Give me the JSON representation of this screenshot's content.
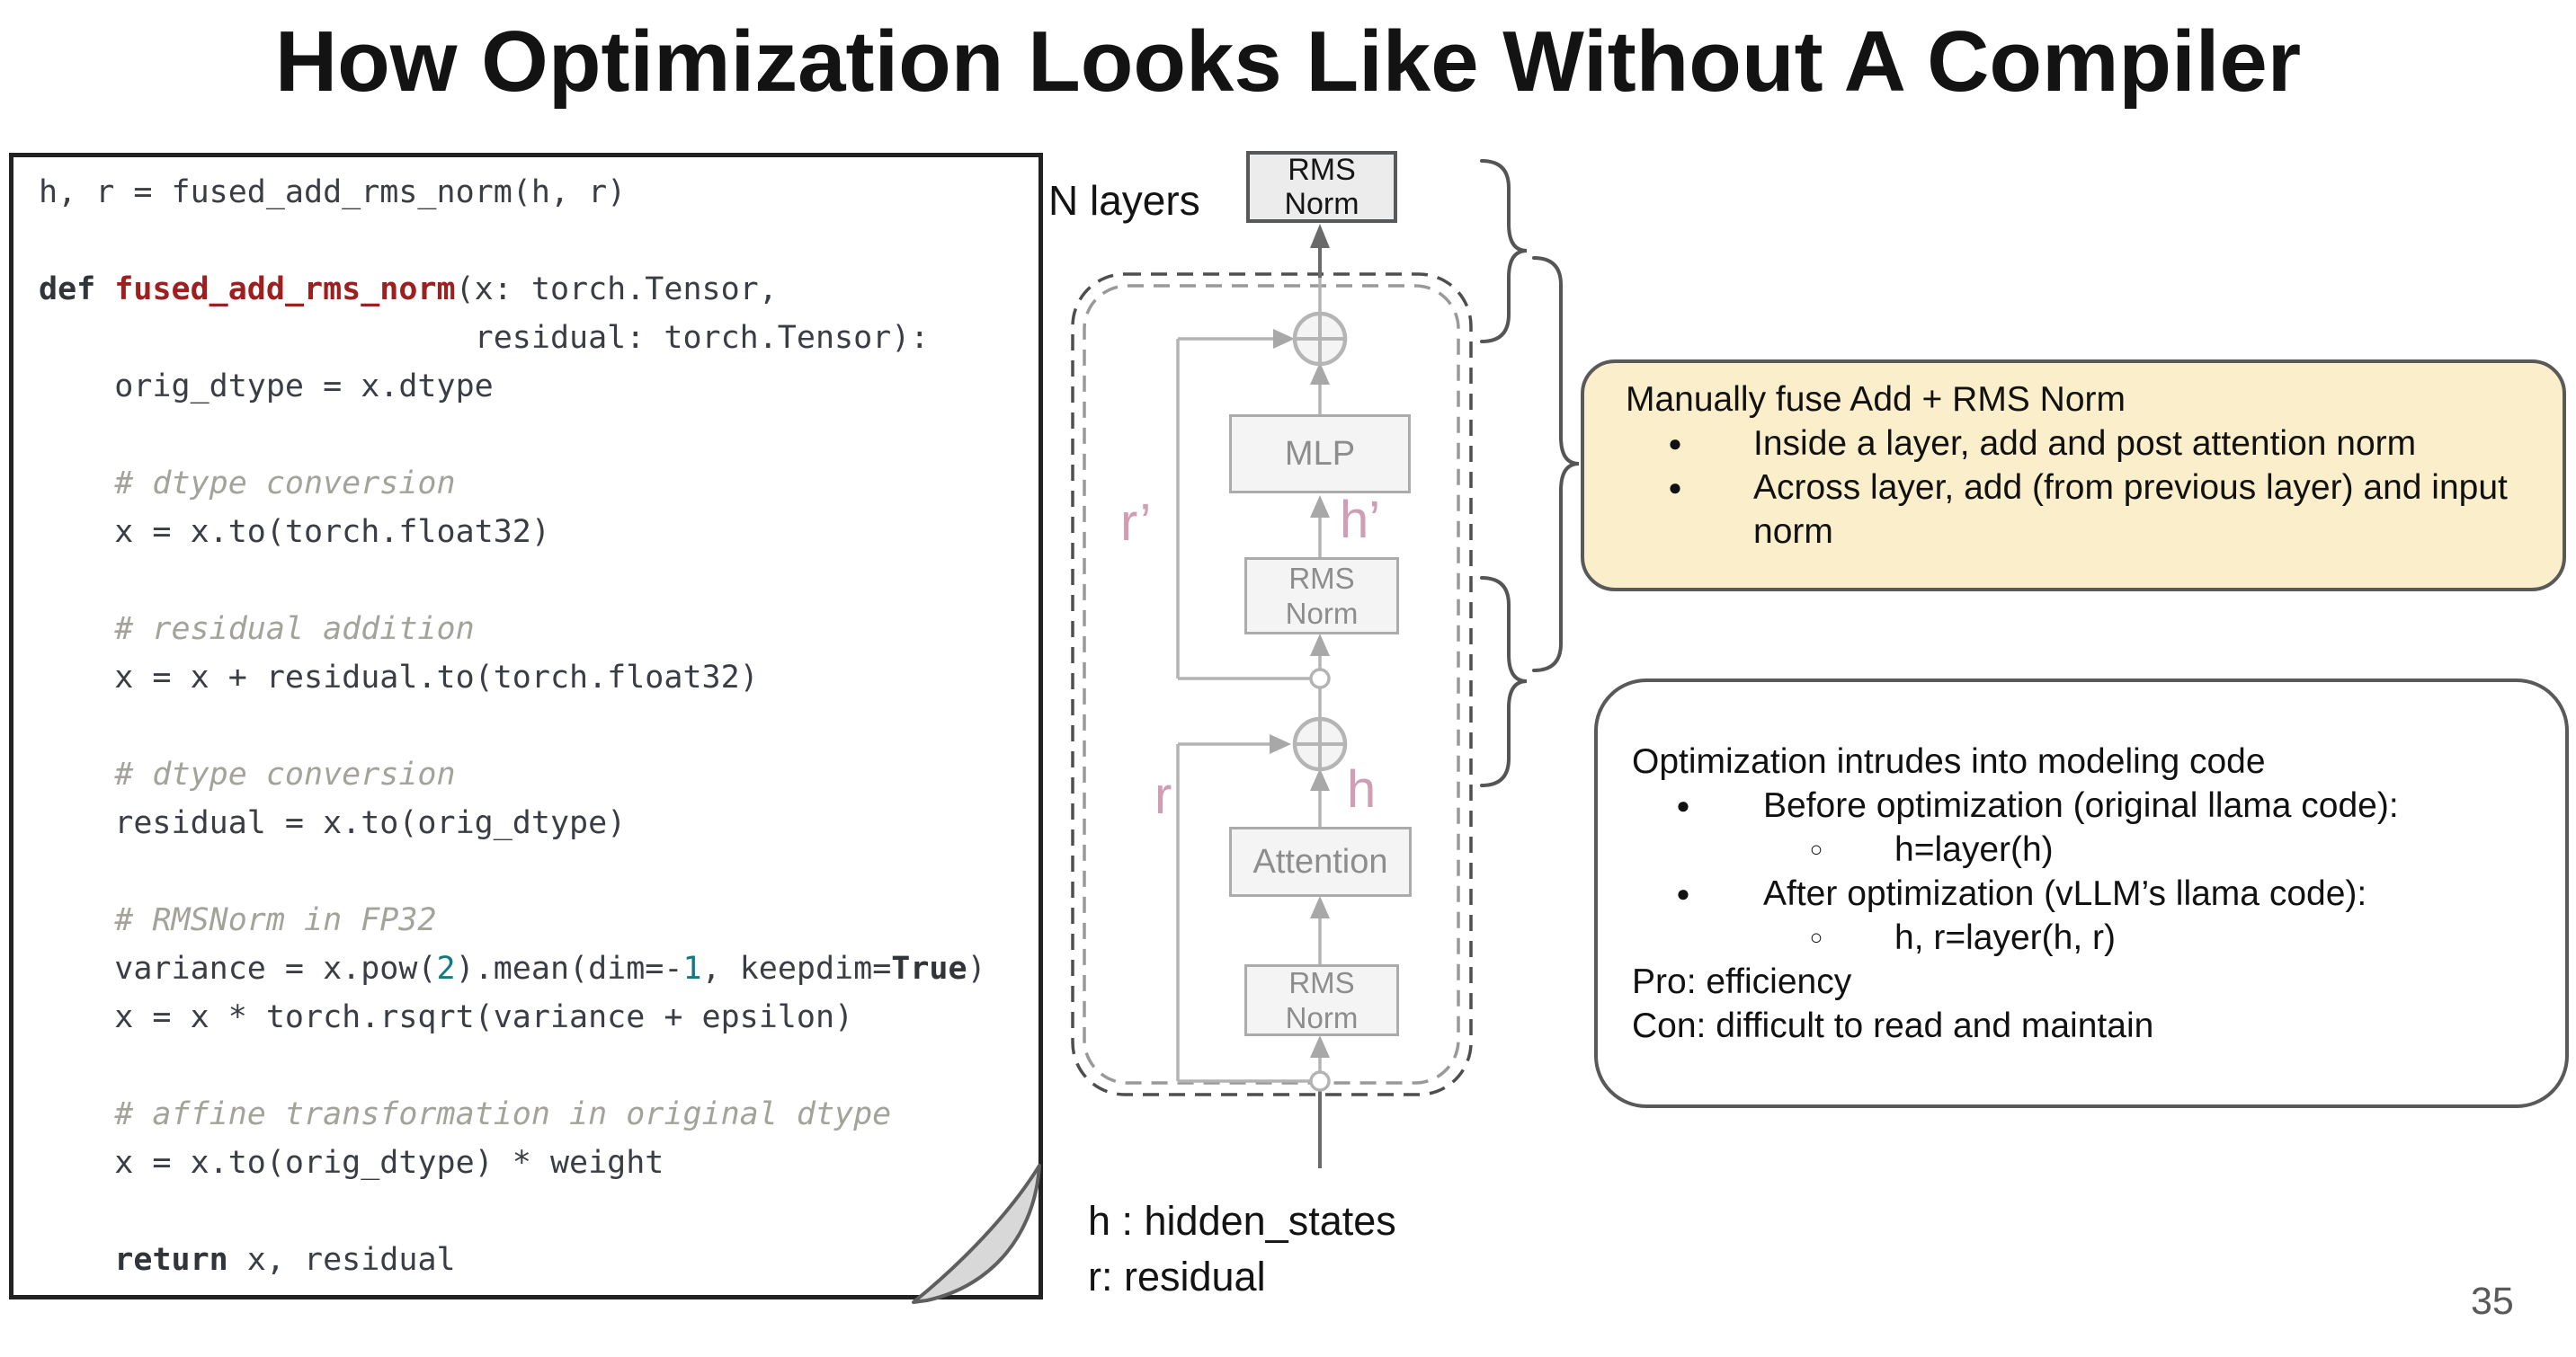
{
  "slide": {
    "title": "How Optimization Looks Like Without A Compiler",
    "page_number": "35"
  },
  "code_panel": {
    "lines": [
      [
        [
          "p",
          "h, r = fused_add_rms_norm(h, r)"
        ]
      ],
      [],
      [
        [
          "k",
          "def "
        ],
        [
          "fn",
          "fused_add_rms_norm"
        ],
        [
          "p",
          "(x: torch.Tensor,"
        ]
      ],
      [
        [
          "p",
          "                       residual: torch.Tensor):"
        ]
      ],
      [
        [
          "p",
          "    orig_dtype = x.dtype"
        ]
      ],
      [],
      [
        [
          "c",
          "    # dtype conversion"
        ]
      ],
      [
        [
          "p",
          "    x = x.to(torch.float32)"
        ]
      ],
      [],
      [
        [
          "c",
          "    # residual addition"
        ]
      ],
      [
        [
          "p",
          "    x = x + residual.to(torch.float32)"
        ]
      ],
      [],
      [
        [
          "c",
          "    # dtype conversion"
        ]
      ],
      [
        [
          "p",
          "    residual = x.to(orig_dtype)"
        ]
      ],
      [],
      [
        [
          "c",
          "    # RMSNorm in FP32"
        ]
      ],
      [
        [
          "p",
          "    variance = x.pow("
        ],
        [
          "n",
          "2"
        ],
        [
          "p",
          ").mean(dim=-"
        ],
        [
          "n",
          "1"
        ],
        [
          "p",
          ", keepdim="
        ],
        [
          "k",
          "True"
        ],
        [
          "p",
          ")"
        ]
      ],
      [
        [
          "p",
          "    x = x * torch.rsqrt(variance + epsilon)"
        ]
      ],
      [],
      [
        [
          "c",
          "    # affine transformation in original dtype"
        ]
      ],
      [
        [
          "p",
          "    x = x.to(orig_dtype) * weight"
        ]
      ],
      [],
      [
        [
          "p",
          "    "
        ],
        [
          "k",
          "return"
        ],
        [
          "p",
          " x, residual"
        ]
      ]
    ]
  },
  "diagram": {
    "n_layers_label": "N layers",
    "top_norm_label": "RMS\nNorm",
    "mlp_label": "MLP",
    "mid_norm_label": "RMS\nNorm",
    "attention_label": "Attention",
    "bottom_norm_label": "RMS\nNorm",
    "edge_labels": {
      "r_prime": "r’",
      "h_prime": "h’",
      "r": "r",
      "h": "h"
    },
    "legend_line1": "h : hidden_states",
    "legend_line2": "r: residual",
    "colors": {
      "edge_label_pink": "#cf9db4",
      "line_gray": "#b3b3b3",
      "dark_gray": "#6a6a6a",
      "dashed_outer": "#4e4e4e",
      "dashed_inner": "#999999"
    }
  },
  "yellow_note": {
    "title": "Manually fuse Add + RMS Norm",
    "items": [
      {
        "glyph": "●",
        "text": "Inside a layer, add and post attention norm"
      },
      {
        "glyph": "●",
        "text": "Across layer, add (from previous layer) and input norm"
      }
    ],
    "background": "#fbeecb"
  },
  "white_note": {
    "title": "Optimization intrudes into modeling code",
    "items": [
      {
        "glyph": "●",
        "text": "Before optimization (original llama code):"
      },
      {
        "glyph": "○",
        "text": "h=layer(h)"
      },
      {
        "glyph": "●",
        "text": "After optimization (vLLM’s llama code):"
      },
      {
        "glyph": "○",
        "text": "h, r=layer(h, r)"
      }
    ],
    "pro": "Pro: efficiency",
    "con": "Con: difficult to read and maintain"
  }
}
